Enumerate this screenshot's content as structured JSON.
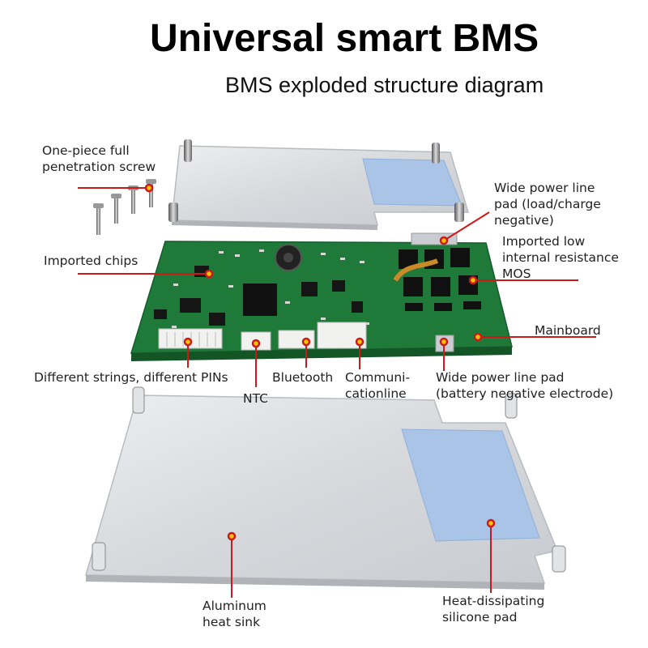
{
  "header": {
    "title": "Universal smart BMS",
    "subtitle": "BMS exploded structure diagram"
  },
  "callouts": {
    "screw": [
      "One-piece full",
      "penetration screw"
    ],
    "wide_pad_top": [
      "Wide power line",
      "pad (load/charge",
      "negative)"
    ],
    "chips": "Imported chips",
    "mos": [
      "Imported low",
      "internal resistance",
      "MOS"
    ],
    "mainboard": "Mainboard",
    "strings": "Different strings, different PINs",
    "ntc": "NTC",
    "bluetooth": "Bluetooth",
    "comm": [
      "Communi-",
      "cationline"
    ],
    "wide_pad_bottom": [
      "Wide power line pad",
      "(battery negative electrode)"
    ],
    "heatsink": [
      "Aluminum",
      "heat sink"
    ],
    "silicone": [
      "Heat-dissipating",
      "silicone pad"
    ]
  },
  "colors": {
    "callout_line": "#cc1a1a",
    "callout_dot": "#f5c400",
    "pcb": "#1f7a3a",
    "aluminum": "#dcdde0",
    "silicone_pad": "#a9c4e6"
  }
}
